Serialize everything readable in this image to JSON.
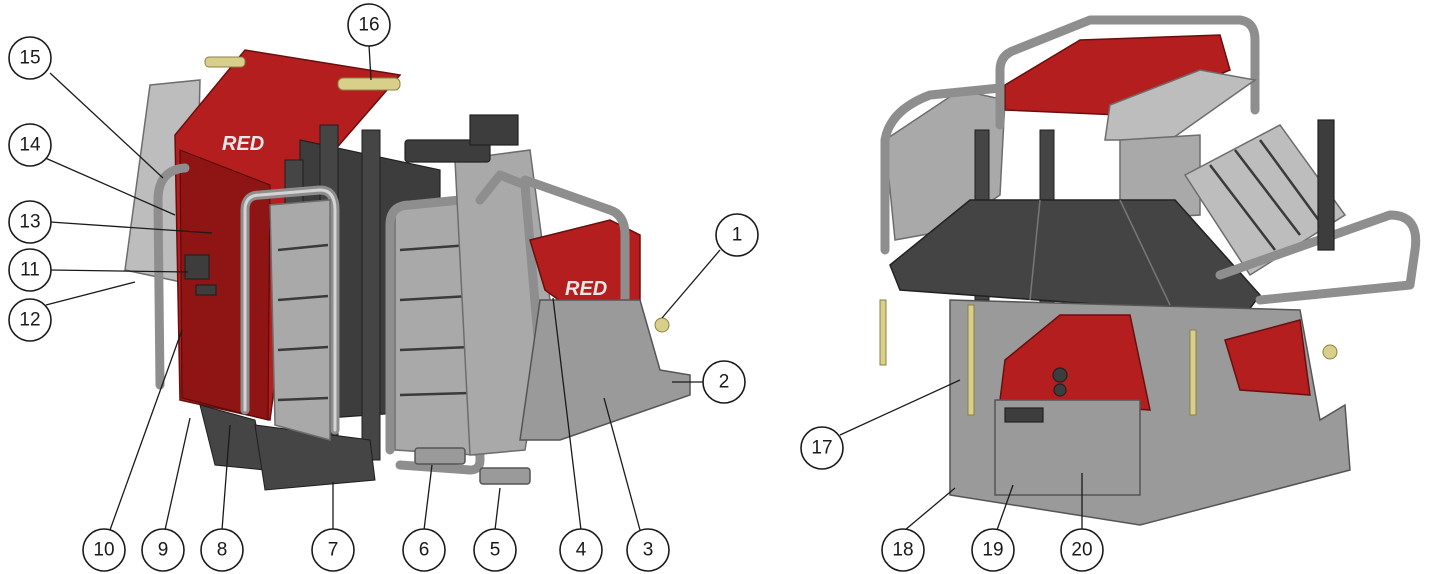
{
  "callouts": {
    "left": [
      "1",
      "2",
      "3",
      "4",
      "5",
      "6",
      "7",
      "8",
      "9",
      "10",
      "11",
      "12",
      "13",
      "14",
      "15",
      "16"
    ],
    "right": [
      "17",
      "18",
      "19",
      "20"
    ]
  },
  "brand_mark": "RED",
  "colors": {
    "housing_red": "#b51e1e",
    "frame_gray": "#8e8e8e",
    "panel_gray": "#a9a9a9",
    "strap_dark": "#454545"
  }
}
